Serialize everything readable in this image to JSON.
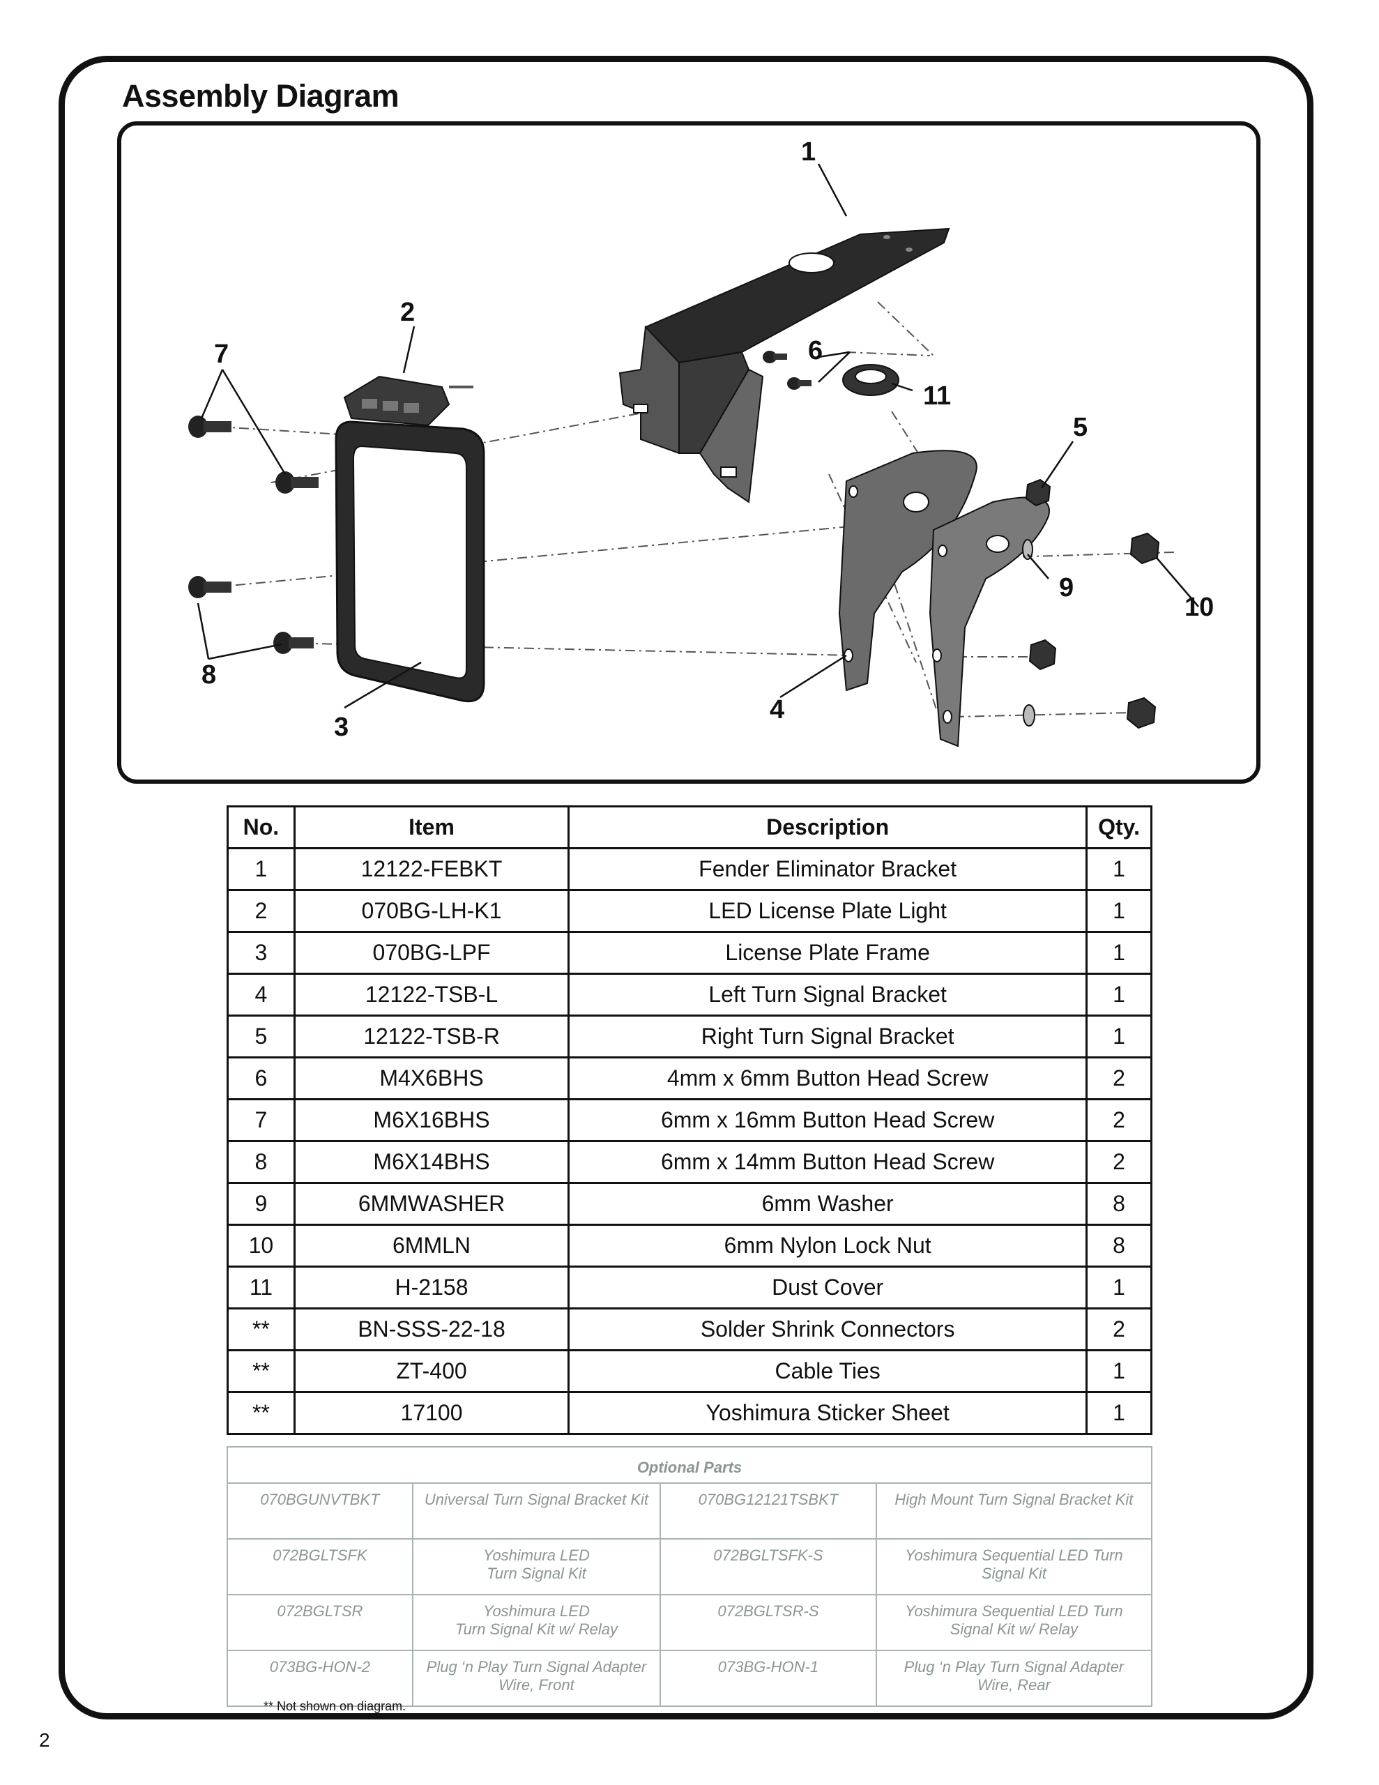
{
  "section_title": "Assembly Diagram",
  "diagram": {
    "callouts": [
      "1",
      "2",
      "3",
      "4",
      "5",
      "6",
      "7",
      "8",
      "9",
      "10",
      "11"
    ]
  },
  "parts_table": {
    "headers": [
      "No.",
      "Item",
      "Description",
      "Qty."
    ],
    "rows": [
      {
        "no": "1",
        "item": "12122-FEBKT",
        "description": "Fender Eliminator Bracket",
        "qty": "1"
      },
      {
        "no": "2",
        "item": "070BG-LH-K1",
        "description": "LED License Plate Light",
        "qty": "1"
      },
      {
        "no": "3",
        "item": "070BG-LPF",
        "description": "License Plate Frame",
        "qty": "1"
      },
      {
        "no": "4",
        "item": "12122-TSB-L",
        "description": "Left Turn Signal Bracket",
        "qty": "1"
      },
      {
        "no": "5",
        "item": "12122-TSB-R",
        "description": "Right Turn Signal Bracket",
        "qty": "1"
      },
      {
        "no": "6",
        "item": "M4X6BHS",
        "description": "4mm x 6mm Button Head Screw",
        "qty": "2"
      },
      {
        "no": "7",
        "item": "M6X16BHS",
        "description": "6mm x 16mm Button Head Screw",
        "qty": "2"
      },
      {
        "no": "8",
        "item": "M6X14BHS",
        "description": "6mm x 14mm Button Head Screw",
        "qty": "2"
      },
      {
        "no": "9",
        "item": "6MMWASHER",
        "description": "6mm Washer",
        "qty": "8"
      },
      {
        "no": "10",
        "item": "6MMLN",
        "description": "6mm Nylon Lock Nut",
        "qty": "8"
      },
      {
        "no": "11",
        "item": "H-2158",
        "description": "Dust Cover",
        "qty": "1"
      },
      {
        "no": "**",
        "item": "BN-SSS-22-18",
        "description": "Solder Shrink Connectors",
        "qty": "2"
      },
      {
        "no": "**",
        "item": "ZT-400",
        "description": "Cable Ties",
        "qty": "1"
      },
      {
        "no": "**",
        "item": "17100",
        "description": "Yoshimura Sticker Sheet",
        "qty": "1"
      }
    ]
  },
  "optional_parts": {
    "title": "Optional Parts",
    "rows": [
      [
        "070BGUNVTBKT",
        "Universal Turn Signal Bracket Kit",
        "070BG12121TSBKT",
        "High Mount Turn Signal Bracket Kit"
      ],
      [
        "072BGLTSFK",
        "Yoshimura LED\nTurn Signal Kit",
        "072BGLTSFK-S",
        "Yoshimura Sequential LED Turn\nSignal Kit"
      ],
      [
        "072BGLTSR",
        "Yoshimura LED\nTurn Signal Kit w/ Relay",
        "072BGLTSR-S",
        "Yoshimura Sequential LED Turn\nSignal Kit w/ Relay"
      ],
      [
        "073BG-HON-2",
        "Plug ‘n Play Turn Signal Adapter\nWire, Front",
        "073BG-HON-1",
        "Plug ‘n Play Turn Signal Adapter\nWire, Rear"
      ]
    ]
  },
  "footnote": "**  Not shown on diagram.",
  "page_number": "2"
}
